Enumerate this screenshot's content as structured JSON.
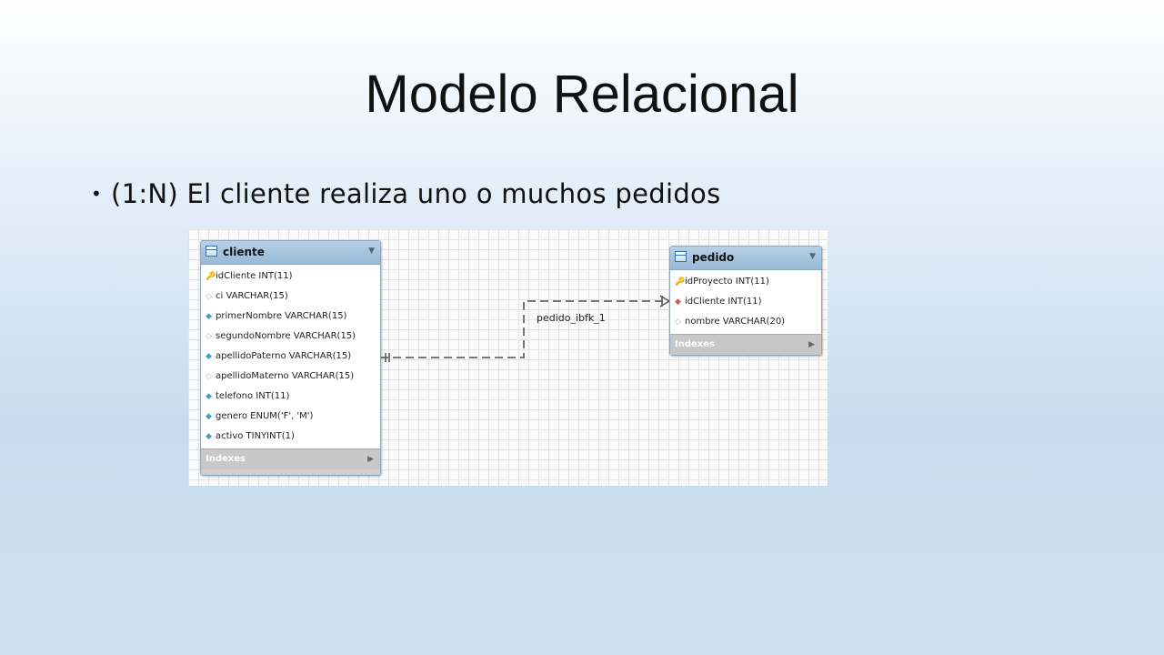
{
  "slide": {
    "title": "Modelo Relacional",
    "bullet": "(1:N) El cliente realiza uno o muchos pedidos"
  },
  "diagram": {
    "tables": [
      {
        "name": "cliente",
        "columns": [
          {
            "text": "idCliente INT(11)",
            "kind": "pk"
          },
          {
            "text": "ci VARCHAR(15)",
            "kind": "plain"
          },
          {
            "text": "primerNombre VARCHAR(15)",
            "kind": "nn"
          },
          {
            "text": "segundoNombre VARCHAR(15)",
            "kind": "plain"
          },
          {
            "text": "apellidoPaterno VARCHAR(15)",
            "kind": "nn"
          },
          {
            "text": "apellidoMaterno VARCHAR(15)",
            "kind": "plain"
          },
          {
            "text": "telefono INT(11)",
            "kind": "nn"
          },
          {
            "text": "genero ENUM('F', 'M')",
            "kind": "nn"
          },
          {
            "text": "activo TINYINT(1)",
            "kind": "nn"
          }
        ],
        "indexes_label": "Indexes"
      },
      {
        "name": "pedido",
        "columns": [
          {
            "text": "idProyecto INT(11)",
            "kind": "pk"
          },
          {
            "text": "idCliente INT(11)",
            "kind": "fk"
          },
          {
            "text": "nombre VARCHAR(20)",
            "kind": "plain"
          }
        ],
        "indexes_label": "Indexes"
      }
    ],
    "relationship": {
      "label": "pedido_ibfk_1",
      "from": "cliente",
      "to": "pedido",
      "cardinality": "1:N"
    }
  }
}
